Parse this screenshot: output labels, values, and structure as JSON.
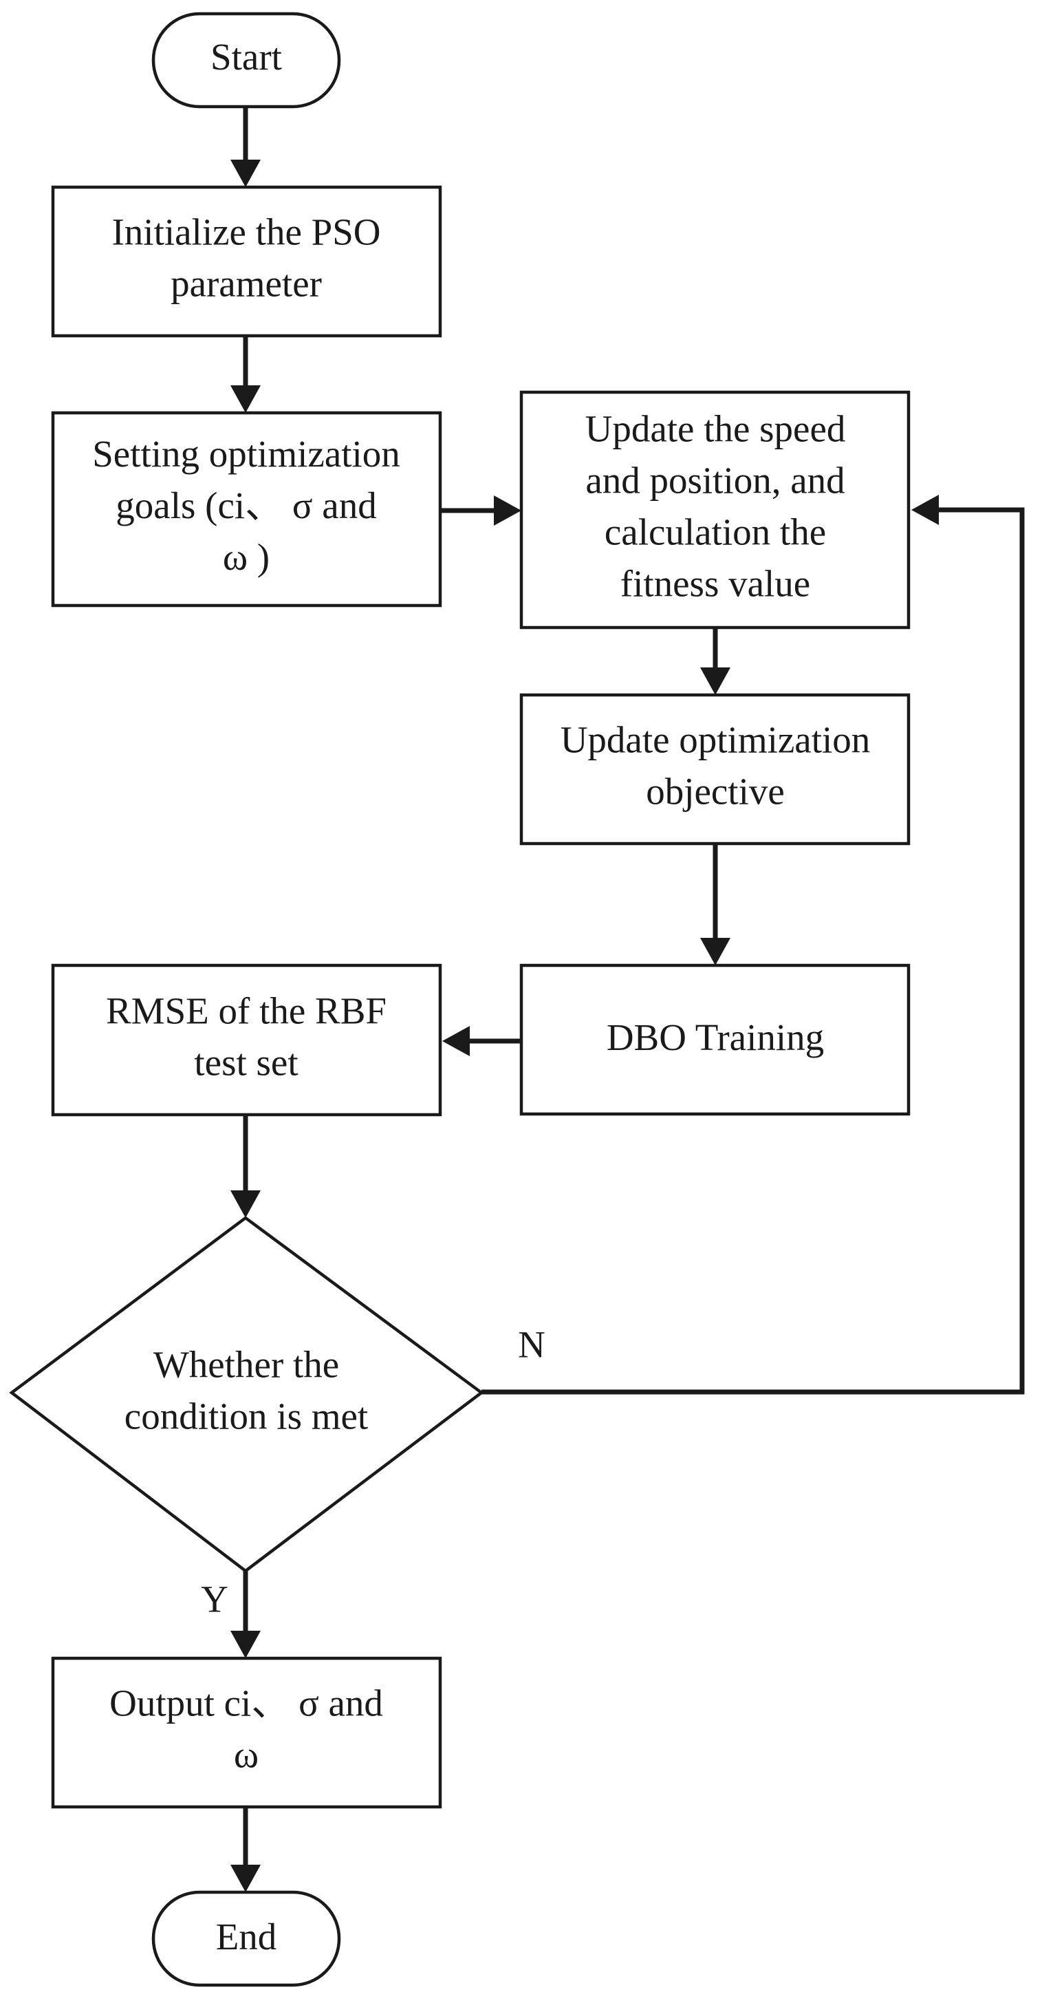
{
  "nodes": {
    "start": {
      "lines": [
        "Start"
      ]
    },
    "init": {
      "lines": [
        "Initialize the PSO",
        "parameter"
      ]
    },
    "goals": {
      "lines": [
        "Setting optimization",
        "goals (ci、 σ  and",
        "ω )"
      ]
    },
    "update_speed": {
      "lines": [
        "Update the speed",
        "and position, and",
        "calculation the",
        "fitness value"
      ]
    },
    "update_obj": {
      "lines": [
        "Update optimization",
        "objective"
      ]
    },
    "dbo": {
      "lines": [
        "DBO Training"
      ]
    },
    "rmse": {
      "lines": [
        "RMSE of the RBF",
        "test set"
      ]
    },
    "decision": {
      "lines": [
        "Whether the",
        "condition is met"
      ]
    },
    "output": {
      "lines": [
        "Output ci、 σ  and",
        "ω"
      ]
    },
    "end": {
      "lines": [
        "End"
      ]
    }
  },
  "edge_labels": {
    "no": "N",
    "yes": "Y"
  },
  "colors": {
    "stroke": "#1a1a1a",
    "fill": "#ffffff",
    "text": "#1a1a1a"
  }
}
